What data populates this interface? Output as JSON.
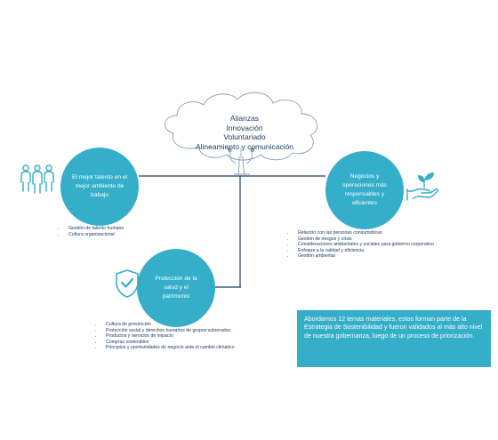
{
  "tree": {
    "lines": [
      "Alianzas",
      "Innovación",
      "Voluntariado",
      "Alineamiento y comunicación"
    ]
  },
  "talent": {
    "title": "El mejor talento en el mejor ambiente de trabajo",
    "items": [
      "Gestión de talento humano",
      "Cultura organizacional"
    ]
  },
  "operations": {
    "title": "Negocios y operaciones más responsables y eficientes",
    "items": [
      "Relación con las personas consumidoras",
      "Gestión de riesgos y crisis",
      "Consideraciones ambientales y sociales para gobierno corporativo",
      "Enfoque a la calidad y eficiencia",
      "Gestión ambiental"
    ]
  },
  "protection": {
    "title": "Protección de la salud y el patrimonio",
    "items": [
      "Cultura de prevención",
      "Protección social y derechos humanos de grupos vulnerados",
      "Productos y servicios de impacto",
      "Compras sostenibles",
      "Principios y oportunidades de negocio ante el cambio climático"
    ]
  },
  "summary": {
    "text": "Abordamos 12 temas materiales, estos forman parte de la Estrategia de Sostenibilidad y fueron validados al más alto nivel de nuestra gobernanza, luego de un proceso de priorización."
  },
  "colors": {
    "accent": "#35aec9",
    "navy": "#1d3b63"
  },
  "icons": [
    "people-group-icon",
    "shield-check-icon",
    "hand-plant-icon",
    "tree-icon"
  ]
}
